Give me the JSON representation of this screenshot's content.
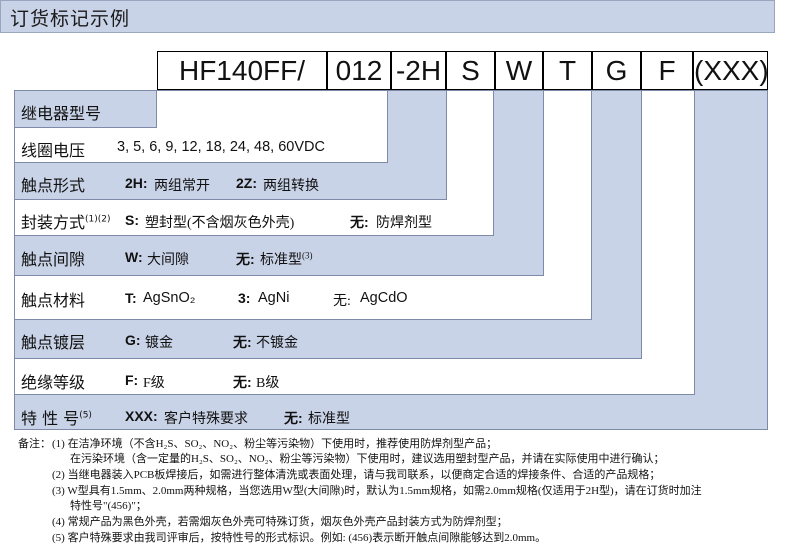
{
  "header": {
    "title": "订货标记示例"
  },
  "code": [
    "HF140FF/",
    "012",
    "-2H",
    "S",
    "W",
    "T",
    "G",
    "F",
    "(XXX)"
  ],
  "rows": [
    {
      "label": "继电器型号"
    },
    {
      "label": "线圈电压",
      "values": "3, 5, 6, 9, 12, 18, 24, 48, 60VDC"
    },
    {
      "label": "触点形式",
      "a_code": "2H:",
      "a_text": "两组常开",
      "b_code": "2Z:",
      "b_text": "两组转换"
    },
    {
      "label": "封装方式",
      "sup": "(1)(2)",
      "a_code": "S:",
      "a_text": "塑封型(不含烟灰色外壳)",
      "b_code": "无:",
      "b_text": "防焊剂型"
    },
    {
      "label": "触点间隙",
      "a_code": "W:",
      "a_text": "大间隙",
      "b_code": "无:",
      "b_text": "标准型",
      "b_sup": "(3)"
    },
    {
      "label": "触点材料",
      "a_code": "T:",
      "a_text": "AgSnO₂",
      "b_code": "3:",
      "b_text": "AgNi",
      "c_code": "无:",
      "c_text": "AgCdO"
    },
    {
      "label": "触点镀层",
      "a_code": "G:",
      "a_text": "镀金",
      "b_code": "无:",
      "b_text": "不镀金"
    },
    {
      "label": "绝缘等级",
      "a_code": "F:",
      "a_text": "F级",
      "b_code": "无:",
      "b_text": "B级"
    },
    {
      "label": "特 性 号",
      "sup": "(5)",
      "a_code": "XXX:",
      "a_text": "客户特殊要求",
      "b_code": "无:",
      "b_text": "标准型"
    }
  ],
  "notes": {
    "prefix": "备注：",
    "lines": [
      "(1) 在洁净环境（不含H₂S、SO₂、NO₂、粉尘等污染物）下使用时，推荐使用防焊剂型产品；",
      "在污染环境（含一定量的H₂S、SO₂、NO₂、粉尘等污染物）下使用时，建议选用塑封型产品，并请在实际使用中进行确认；",
      "(2) 当继电器装入PCB板焊接后，如需进行整体清洗或表面处理，请与我司联系，以便商定合适的焊接条件、合适的产品规格；",
      "(3) W型具有1.5mm、2.0mm两种规格，当您选用W型(大间隙)时，默认为1.5mm规格，如需2.0mm规格(仅适用于2H型)，请在订货时加注",
      "特性号\"(456)\"；",
      "(4) 常规产品为黑色外壳，若需烟灰色外壳可特殊订货，烟灰色外壳产品封装方式为防焊剂型；",
      "(5) 客户特殊要求由我司评审后，按特性号的形式标识。例如: (456)表示断开触点间隙能够达到2.0mm。"
    ]
  }
}
